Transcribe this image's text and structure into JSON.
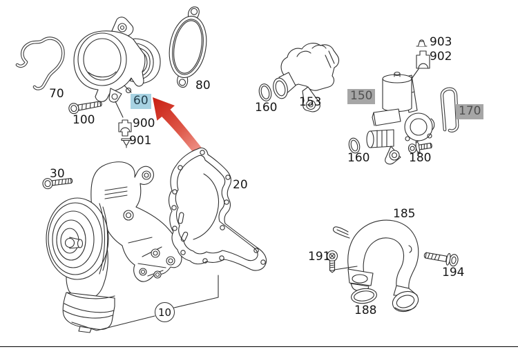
{
  "diagram": {
    "kind": "exploded-parts-diagram",
    "subject": "water pump and thermostat assembly",
    "selected_part": "60",
    "colors": {
      "background": "#ffffff",
      "line_art": "#2e2e2e",
      "label_text": "#161616",
      "selected_label_bg": "#a7d2e2",
      "selected_label_text": "#223e4c",
      "gray_label_bg": "#a6a6a6",
      "gray_label_text": "#4f4f4f",
      "arrow_red_head": "#c92013",
      "arrow_red_tail": "#f0998f"
    },
    "arrow": {
      "target_part": "60"
    }
  },
  "parts": {
    "p10": {
      "label": "10"
    },
    "p20": {
      "label": "20"
    },
    "p30": {
      "label": "30"
    },
    "p60": {
      "label": "60"
    },
    "p70": {
      "label": "70"
    },
    "p80": {
      "label": "80"
    },
    "p100": {
      "label": "100"
    },
    "p150": {
      "label": "150"
    },
    "p153": {
      "label": "153"
    },
    "p160a": {
      "label": "160"
    },
    "p160b": {
      "label": "160"
    },
    "p170": {
      "label": "170"
    },
    "p180": {
      "label": "180"
    },
    "p185": {
      "label": "185"
    },
    "p188": {
      "label": "188"
    },
    "p191": {
      "label": "191"
    },
    "p194": {
      "label": "194"
    },
    "p900": {
      "label": "900"
    },
    "p901": {
      "label": "901"
    },
    "p902": {
      "label": "902"
    },
    "p903": {
      "label": "903"
    }
  }
}
